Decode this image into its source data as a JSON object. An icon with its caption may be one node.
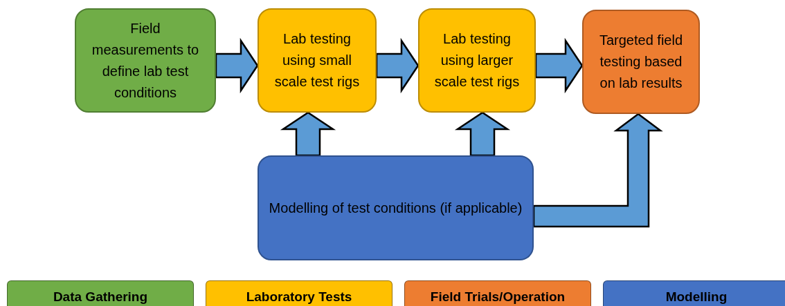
{
  "diagram": {
    "nodes": [
      {
        "text": [
          "Field measurements to define lab test conditions"
        ]
      },
      {
        "text": [
          "Lab testing using small scale test rigs"
        ]
      },
      {
        "text": [
          "Lab testing using larger scale test rigs"
        ]
      },
      {
        "text": [
          "Targeted field testing based on lab results"
        ]
      },
      {
        "text": [
          "Modelling of test conditions (if applicable)"
        ]
      }
    ],
    "edges": [
      {
        "from": 0,
        "to": 1,
        "arrow": "to"
      },
      {
        "from": 1,
        "to": 2,
        "arrow": "to"
      },
      {
        "from": 2,
        "to": 3,
        "arrow": "to"
      },
      {
        "from": 4,
        "to": 1,
        "arrow": "to"
      },
      {
        "from": 4,
        "to": 2,
        "arrow": "to"
      },
      {
        "from": 4,
        "to": 3,
        "arrow": "to"
      }
    ],
    "legend": [
      {
        "text": "Data Gathering",
        "color": "#70ad47"
      },
      {
        "text": "Laboratory Tests",
        "color": "#ffc000"
      },
      {
        "text": "Field Trials/Operation",
        "color": "#ed7d31"
      },
      {
        "text": "Modelling",
        "color": "#4472c4"
      }
    ]
  }
}
